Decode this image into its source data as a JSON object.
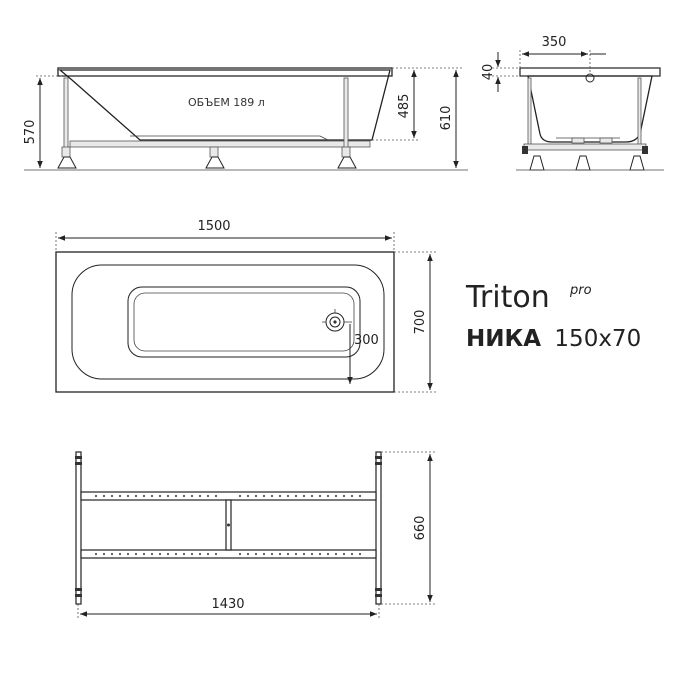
{
  "dimensions": {
    "side_height_total": "570",
    "side_inner_depth": "485",
    "side_overall_height": "610",
    "end_rim_height": "40",
    "end_drain_offset": "350",
    "top_length": "1500",
    "top_width": "700",
    "top_drain_offset": "300",
    "frame_length": "1430",
    "frame_width": "660"
  },
  "annotations": {
    "volume": "ОБЪЕМ 189 л"
  },
  "brand": {
    "name": "Triton",
    "superscript": "pro"
  },
  "model": {
    "name": "НИКА",
    "size": "150x70"
  }
}
